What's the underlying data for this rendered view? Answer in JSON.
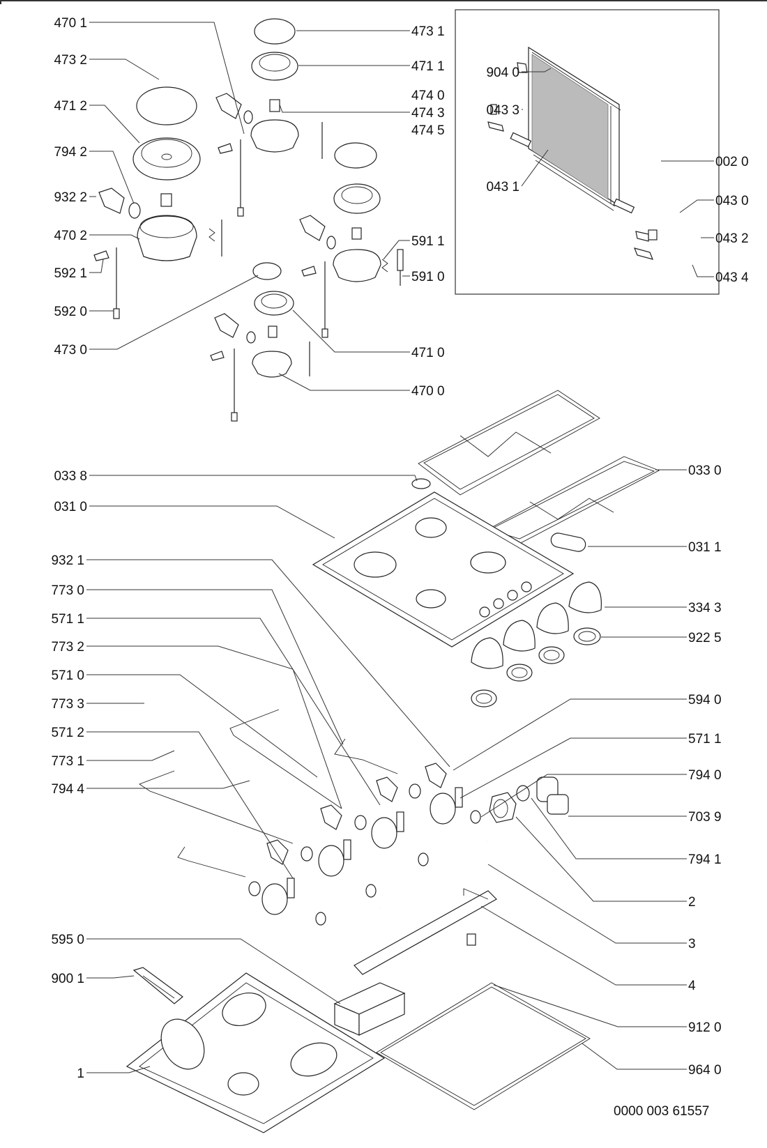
{
  "document": {
    "type": "exploded-parts-diagram",
    "subject": "gas hob",
    "document_number": "0000 003 61557"
  },
  "labels_left": [
    {
      "id": "470 1",
      "target": "burner-base-rear-right"
    },
    {
      "id": "473 2",
      "target": "burner-cap-large"
    },
    {
      "id": "471 2",
      "target": "burner-crown-large"
    },
    {
      "id": "794 2",
      "target": "seal-ring"
    },
    {
      "id": "932 2",
      "target": "clip"
    },
    {
      "id": "470 2",
      "target": "burner-base-large"
    },
    {
      "id": "592 1",
      "target": "thermocouple-clip"
    },
    {
      "id": "592 0",
      "target": "thermocouple"
    },
    {
      "id": "473 0",
      "target": "burner-cap-small"
    },
    {
      "id": "033 8",
      "target": "grate-foot"
    },
    {
      "id": "031 0",
      "target": "hob-top-plate"
    },
    {
      "id": "932 1",
      "target": "valve-clip"
    },
    {
      "id": "773 0",
      "target": "gas-pipe"
    },
    {
      "id": "571 1",
      "target": "gas-valve"
    },
    {
      "id": "773 2",
      "target": "gas-pipe"
    },
    {
      "id": "571 0",
      "target": "gas-valve"
    },
    {
      "id": "773 3",
      "target": "gas-pipe"
    },
    {
      "id": "571 2",
      "target": "gas-valve"
    },
    {
      "id": "773 1",
      "target": "gas-pipe"
    },
    {
      "id": "794 4",
      "target": "seal-ring"
    },
    {
      "id": "595 0",
      "target": "ignition-unit"
    },
    {
      "id": "900 1",
      "target": "cable-clamp"
    },
    {
      "id": "1",
      "target": "base-tray"
    }
  ],
  "labels_right_top": [
    {
      "id": "473 1",
      "target": "burner-cap"
    },
    {
      "id": "471 1",
      "target": "burner-crown"
    },
    {
      "id": "474 0",
      "target": "injector"
    },
    {
      "id": "474 3",
      "target": "injector"
    },
    {
      "id": "474 5",
      "target": "injector"
    },
    {
      "id": "591 1",
      "target": "spark-electrode-spring"
    },
    {
      "id": "591 0",
      "target": "spark-electrode"
    },
    {
      "id": "471 0",
      "target": "burner-crown-small"
    },
    {
      "id": "470 0",
      "target": "burner-base-small"
    }
  ],
  "inset": {
    "labels": [
      {
        "id": "904 0",
        "target": "lid-buffer"
      },
      {
        "id": "043 3",
        "target": "hinge-left"
      },
      {
        "id": "043 1",
        "target": "hinge-spring-left"
      },
      {
        "id": "002 0",
        "target": "glass-lid"
      },
      {
        "id": "043 0",
        "target": "hinge-spring-right"
      },
      {
        "id": "043 2",
        "target": "hinge-right"
      },
      {
        "id": "043 4",
        "target": "hinge-plate"
      }
    ]
  },
  "labels_right": [
    {
      "id": "033 0",
      "target": "pan-support-grates"
    },
    {
      "id": "031 1",
      "target": "badge"
    },
    {
      "id": "334 3",
      "target": "control-knob"
    },
    {
      "id": "922 5",
      "target": "knob-bezel"
    },
    {
      "id": "594 0",
      "target": "valve-clip"
    },
    {
      "id": "571 1",
      "target": "gas-valve"
    },
    {
      "id": "794 0",
      "target": "seal-ring"
    },
    {
      "id": "703 9",
      "target": "elbow-connector"
    },
    {
      "id": "794 1",
      "target": "seal-washer"
    },
    {
      "id": "2",
      "target": "nut"
    },
    {
      "id": "3",
      "target": "gas-manifold-tube"
    },
    {
      "id": "4",
      "target": "manifold-bracket"
    },
    {
      "id": "912 0",
      "target": "screw"
    },
    {
      "id": "964 0",
      "target": "seal-gasket"
    }
  ]
}
